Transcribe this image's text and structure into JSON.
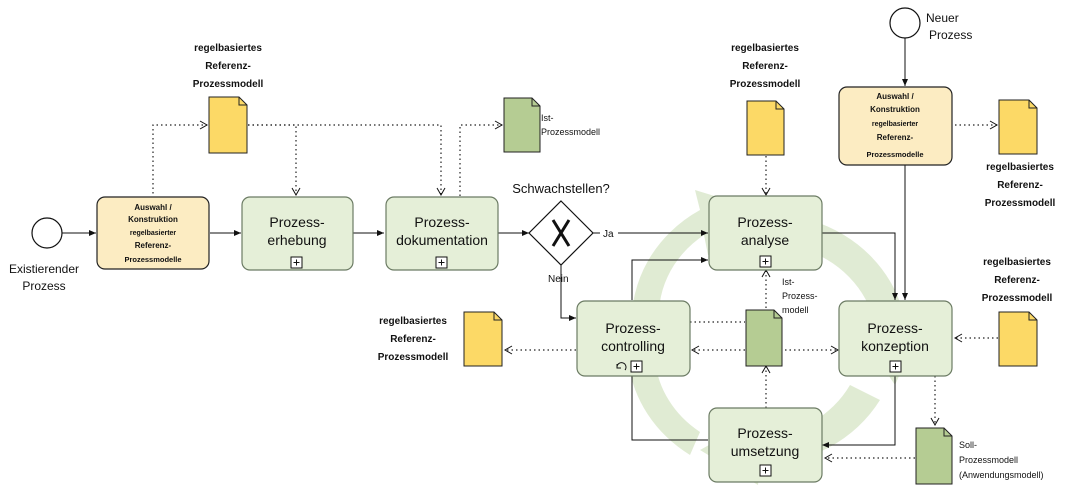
{
  "colors": {
    "task_fill": "#e5efd8",
    "task_stroke": "#6b7b63",
    "highlight_fill": "#fcecc2",
    "highlight_stroke": "#222222",
    "doc_yellow": "#fcd966",
    "doc_green": "#b5cc93",
    "cycle_fill": "#dde9cf"
  },
  "events": {
    "start_label": [
      "Existierender",
      "Prozess"
    ],
    "new_label": [
      "Neuer",
      "Prozess"
    ]
  },
  "tasks": {
    "auswahl_left": [
      "Auswahl /",
      "Konstruktion",
      "regelbasierter",
      "Referenz-",
      "Prozessmodelle"
    ],
    "auswahl_right": [
      "Auswahl /",
      "Konstruktion",
      "regelbasierter",
      "Referenz-",
      "Prozessmodelle"
    ],
    "erhebung": [
      "Prozess-",
      "erhebung"
    ],
    "dokumentation": [
      "Prozess-",
      "dokumentation"
    ],
    "analyse": [
      "Prozess-",
      "analyse"
    ],
    "controlling": [
      "Prozess-",
      "controlling"
    ],
    "konzeption": [
      "Prozess-",
      "konzeption"
    ],
    "umsetzung": [
      "Prozess-",
      "umsetzung"
    ]
  },
  "gateway": {
    "question": "Schwachstellen?",
    "yes": "Ja",
    "no": "Nein"
  },
  "documents": {
    "ref_model": [
      "regelbasiertes",
      "Referenz-",
      "Prozessmodell"
    ],
    "ist_top": [
      "Ist-",
      "Prozessmodell"
    ],
    "ist_mid": [
      "Ist-",
      "Prozess-",
      "modell"
    ],
    "soll": [
      "Soll-",
      "Prozessmodell",
      "(Anwendungsmodell)"
    ]
  },
  "icons": {
    "subprocess": "plus-square-icon",
    "loop": "loop-arrow-icon",
    "gateway": "x-marker-icon"
  }
}
